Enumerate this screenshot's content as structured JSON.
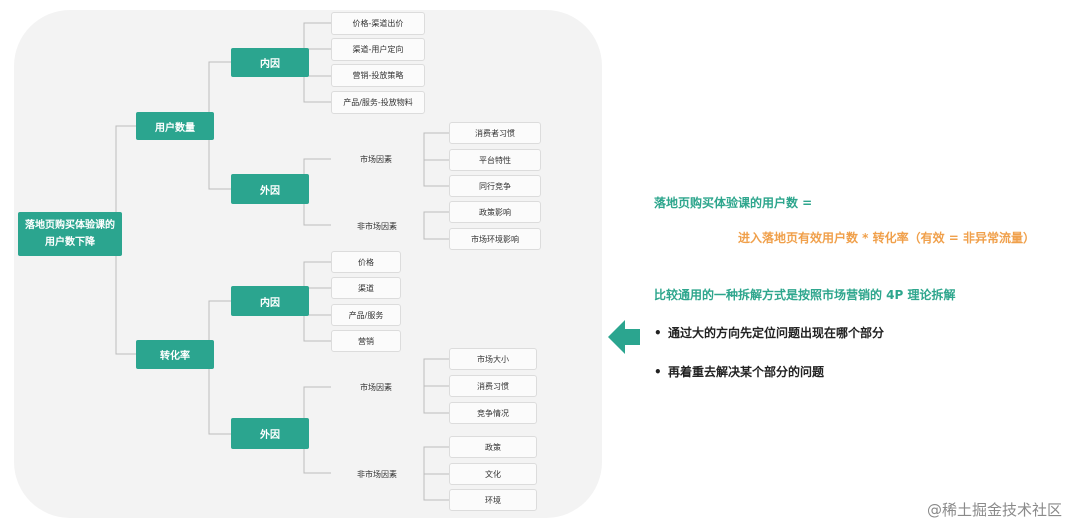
{
  "diagram": {
    "root": "落地页购买体验课的用户数下降",
    "branches": [
      {
        "label": "用户数量",
        "children": [
          {
            "label": "内因",
            "items": [
              "价格-渠道出价",
              "渠道-用户定向",
              "营销-投放策略",
              "产品/服务-投放物料"
            ]
          },
          {
            "label": "外因",
            "groups": [
              {
                "label": "市场因素",
                "items": [
                  "消费者习惯",
                  "平台特性",
                  "同行竞争"
                ]
              },
              {
                "label": "非市场因素",
                "items": [
                  "政策影响",
                  "市场环境影响"
                ]
              }
            ]
          }
        ]
      },
      {
        "label": "转化率",
        "children": [
          {
            "label": "内因",
            "items": [
              "价格",
              "渠道",
              "产品/服务",
              "营销"
            ]
          },
          {
            "label": "外因",
            "groups": [
              {
                "label": "市场因素",
                "items": [
                  "市场大小",
                  "消费习惯",
                  "竞争情况"
                ]
              },
              {
                "label": "非市场因素",
                "items": [
                  "政策",
                  "文化",
                  "环境"
                ]
              }
            ]
          }
        ]
      }
    ]
  },
  "formula": {
    "line1": "落地页购买体验课的用户数 =",
    "line2": "进入落地页有效用户数 * 转化率（有效 = 非异常流量）"
  },
  "summary": "比较通用的一种拆解方式是按照市场营销的 4P 理论拆解",
  "bullets": [
    "通过大的方向先定位问题出现在哪个部分",
    "再着重去解决某个部分的问题"
  ],
  "bullet_symbol": "•",
  "arrow_icon": "left-arrow-icon",
  "footer": "@稀土掘金技术社区",
  "colors": {
    "accent": "#2ba58f",
    "orange": "#f0a04b",
    "panel": "#f3f3f3"
  }
}
